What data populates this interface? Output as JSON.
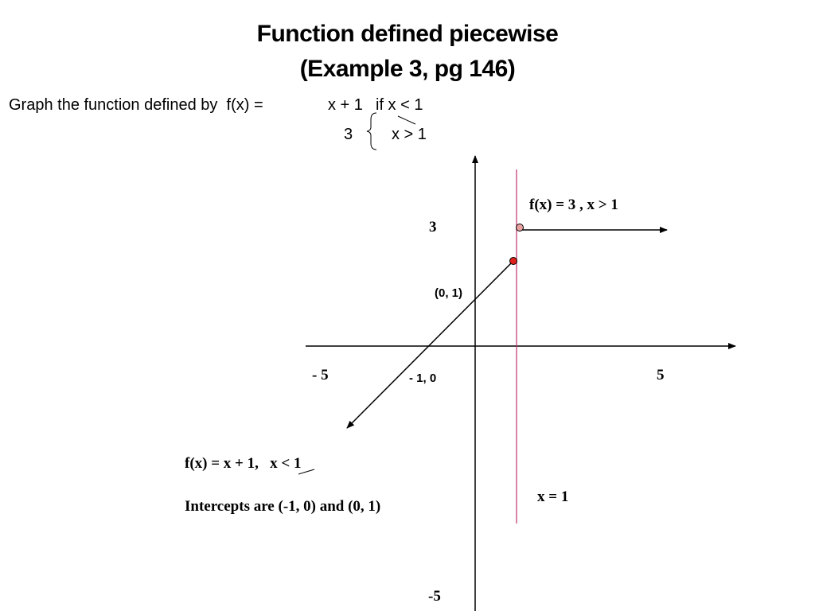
{
  "title": {
    "line1": "Function defined piecewise",
    "line2": "(Example 3, pg 146)"
  },
  "prompt": {
    "lead": "Graph the function defined by  f(x) =",
    "case1_expr": "x + 1",
    "case1_cond": "if x < 1",
    "case2_expr": "3",
    "case2_cond": "x > 1"
  },
  "graph": {
    "y_tick_top": "3",
    "y_tick_bottom": "-5",
    "x_tick_left": "- 5",
    "x_tick_right": "5",
    "point_y_intercept": "(0, 1)",
    "point_x_intercept": "- 1, 0",
    "label_constant_piece": "f(x) = 3 , x > 1",
    "label_linear_piece": "f(x) = x + 1,   x < 1",
    "label_intercepts": "Intercepts are (-1, 0) and (0, 1)",
    "label_vertical_line": "x = 1"
  },
  "colors": {
    "vertical_line": "#c0306a",
    "closed_dot": "#e0201c",
    "open_dot": "#e8a0a0",
    "ink": "#000000"
  }
}
